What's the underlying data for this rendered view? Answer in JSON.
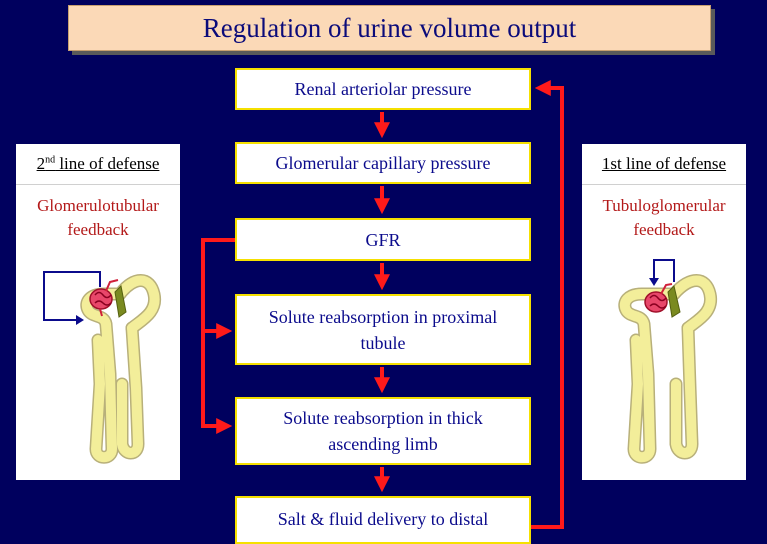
{
  "title": "Regulation of urine volume output",
  "flow": {
    "renal": "Renal arteriolar pressure",
    "glomerular": "Glomerular capillary pressure",
    "gfr": "GFR",
    "proximal_line1": "Solute reabsorption in proximal",
    "proximal_line2": "tubule",
    "thick_line1": "Solute reabsorption in thick",
    "thick_line2": "ascending limb",
    "salt": "Salt & fluid delivery to distal"
  },
  "left_panel": {
    "heading_prefix": "2",
    "heading_sup": "nd",
    "heading_rest": " line of defense",
    "sub_line1": "Glomerulotubular",
    "sub_line2": "feedback"
  },
  "right_panel": {
    "heading": "1st line of defense",
    "sub_line1": "Tubuloglomerular",
    "sub_line2": "feedback"
  },
  "colors": {
    "background": "#00005e",
    "arrow": "#ff1a1a",
    "box_border": "#f5e000",
    "box_text": "#0b0b8c",
    "feedback_text": "#b31919",
    "title_bg": "#fbd9b7"
  }
}
